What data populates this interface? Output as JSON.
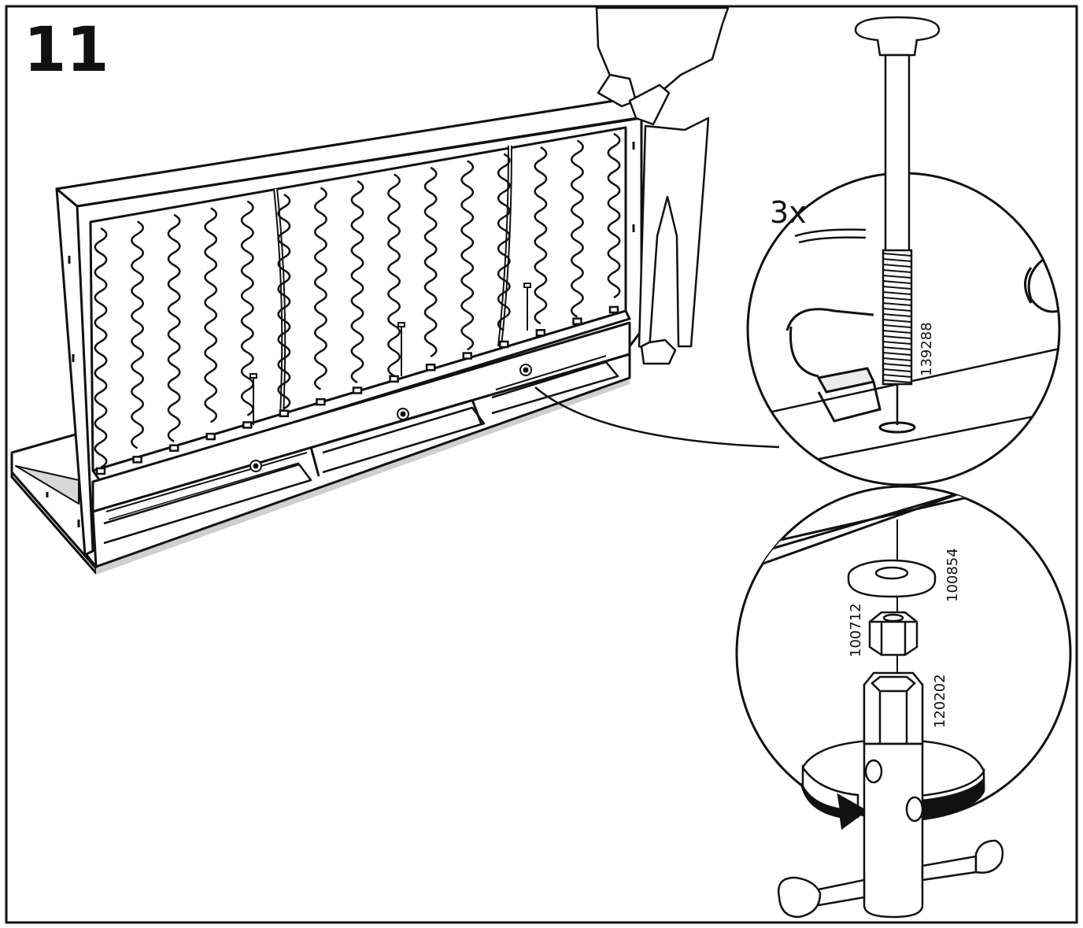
{
  "step": {
    "number": "11"
  },
  "callout": {
    "quantity": "3x"
  },
  "parts": {
    "bolt": "139288",
    "washer": "100854",
    "nut": "100712",
    "wrench": "120202"
  },
  "colors": {
    "line": "#111111",
    "paper": "#ffffff",
    "shade": "#d8d8d8",
    "floor": "#e6e6e6"
  }
}
